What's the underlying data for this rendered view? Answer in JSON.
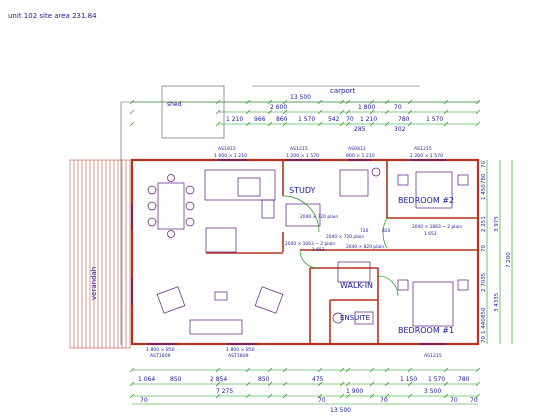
{
  "header": {
    "title": "unit 102 site area 231.84"
  },
  "labels": {
    "carport": "carport",
    "shed": "shed",
    "verandah": "verandah",
    "study": "STUDY",
    "bedroom2": "BEDROOM #2",
    "walk_in": "WALK-IN",
    "ensuite": "ENSUITE",
    "bedroom1": "BEDROOM #1"
  },
  "dimensions": {
    "top_overall": "13 500",
    "top_row2": [
      "2 600",
      "1 800",
      "70"
    ],
    "top_row3": [
      "1 210",
      "966",
      "860",
      "1 570",
      "542",
      "70",
      "1 210",
      "780",
      "1 570"
    ],
    "top_row4": [
      "285",
      "302"
    ],
    "bottom_row1": [
      "1 064",
      "850",
      "2 854",
      "850",
      "475",
      "1 150",
      "1 570",
      "780"
    ],
    "bottom_row2": [
      "7 275",
      "1 900",
      "3 500"
    ],
    "bottom_row3": [
      "70",
      "70",
      "70",
      "70",
      "70"
    ],
    "bottom_overall": "13 500",
    "right_col1": [
      "70",
      "780",
      "1 450",
      "2 251",
      "70",
      "2 7035",
      "850",
      "1 440",
      "70"
    ],
    "right_col2": [
      "3 975",
      "3 4335"
    ],
    "right_overall": "7 200"
  },
  "windows": {
    "w1": [
      "AS1812",
      "1 000 × 1 210"
    ],
    "w2": [
      "AS1215",
      "1 200 × 1 570"
    ],
    "w3": [
      "AS0812",
      "800 × 1 210"
    ],
    "w4": [
      "AS1215",
      "1 200 × 1 570"
    ],
    "w5": [
      "1 800 × 850",
      "AST1809"
    ],
    "w6": [
      "1 800 × 850",
      "AST1809"
    ],
    "w7": [
      "AS1215"
    ]
  },
  "doors": {
    "d1": "2040 × 1063 − 2 plain",
    "d2": "1 653",
    "d3": "2040 × 720 plain",
    "d4": "2040 × 1863 − 2 plain",
    "d5": "1 653",
    "d6": "2040 × 820 plain",
    "d7": "2040 × 720 plain",
    "d8": "720",
    "d9": "820"
  },
  "colors": {
    "outer_wall": "#b5321e",
    "dim_line": "#149614",
    "fixture": "#5a1a7a",
    "text": "#1a1a9a",
    "verandah": "#b5321e"
  }
}
